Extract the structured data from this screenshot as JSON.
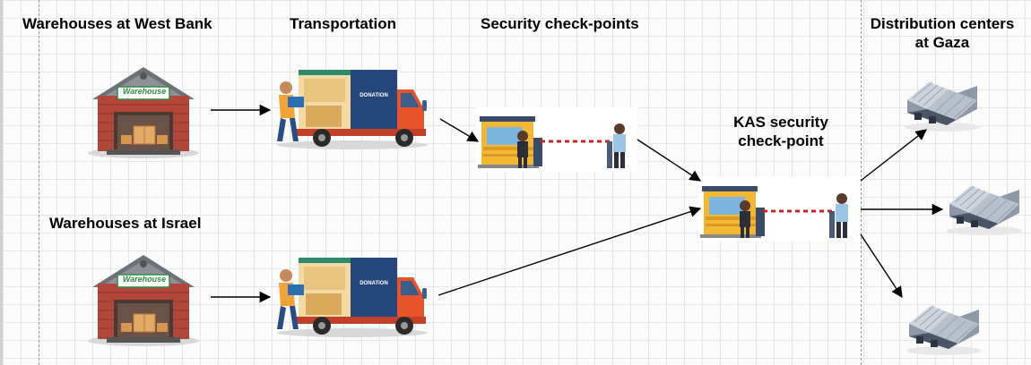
{
  "labels": {
    "warehouses_west_bank": "Warehouses at West Bank",
    "transportation": "Transportation",
    "security_checkpoints": "Security check-points",
    "distribution_centers_line1": "Distribution centers",
    "distribution_centers_line2": "at Gaza",
    "kas_line1": "KAS security",
    "kas_line2": "check-point",
    "warehouses_israel": "Warehouses at Israel"
  },
  "icon_text": {
    "warehouse_sign": "Warehouse",
    "truck_side": "DONATION"
  },
  "icons": {
    "warehouse": "warehouse-icon",
    "truck": "delivery-truck-icon",
    "checkpoint": "security-checkpoint-icon",
    "distribution": "distribution-center-icon"
  },
  "colors": {
    "warehouse_wall": "#b2463b",
    "warehouse_roof": "#6e7178",
    "warehouse_sign": "#2e8b3e",
    "truck_cab": "#e8532b",
    "truck_box": "#24467a",
    "truck_cargo": "#f3d9a4",
    "booth": "#f4b733",
    "barrier": "#cc2222",
    "guard": "#2b2f3a",
    "distribution_roof": "#b8c0cc",
    "grid": "#e6e6e6"
  }
}
